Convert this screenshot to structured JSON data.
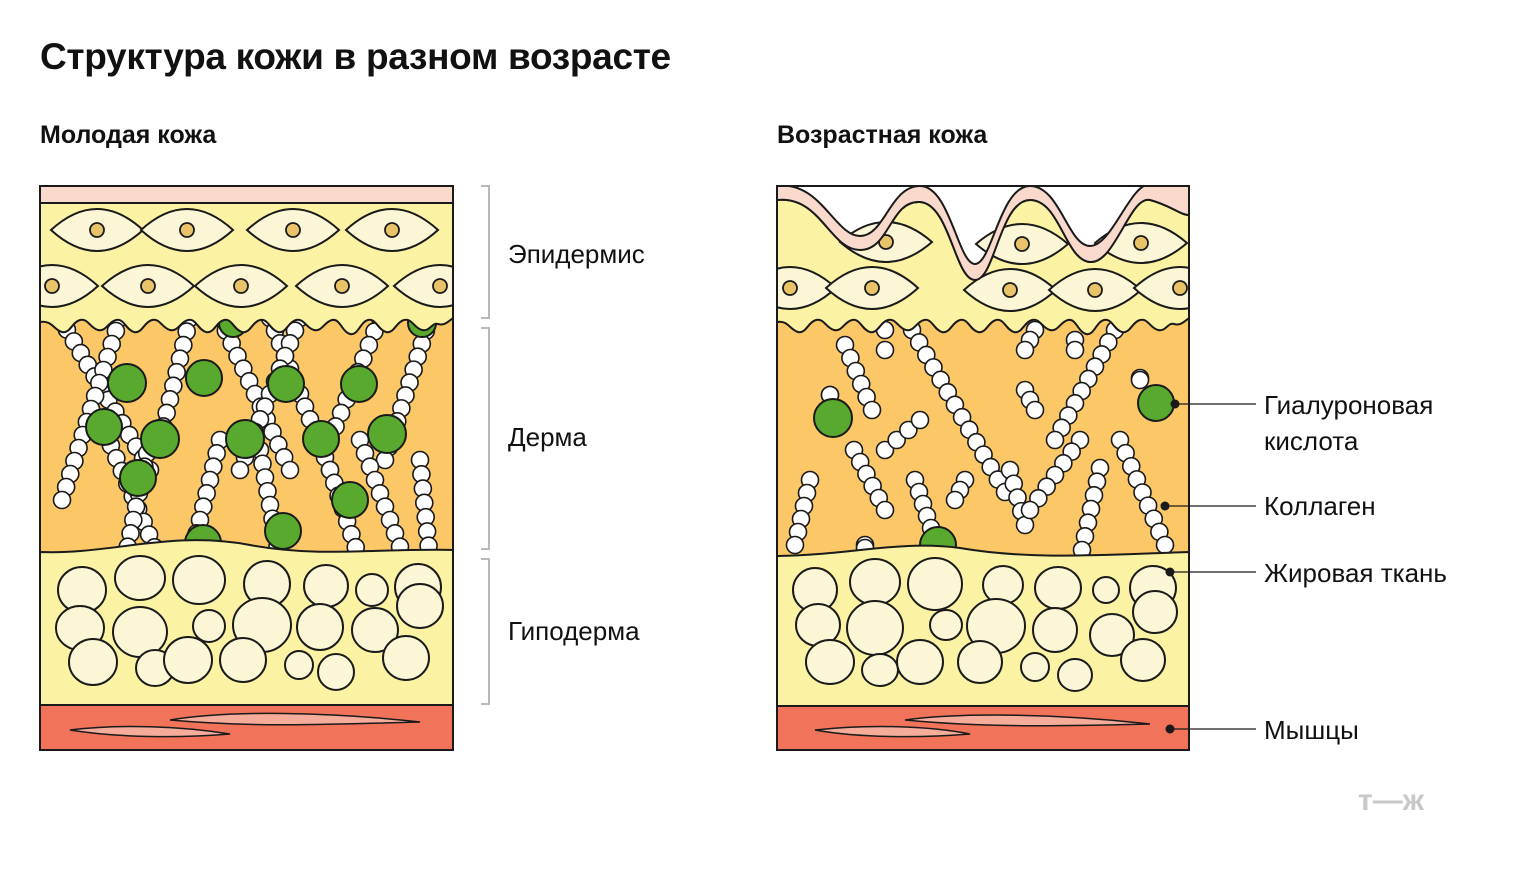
{
  "title": "Структура кожи в разном возрасте",
  "panels": {
    "young": {
      "title": "Молодая кожа"
    },
    "aged": {
      "title": "Возрастная кожа"
    }
  },
  "layer_labels": {
    "epidermis": "Эпидермис",
    "dermis": "Дерма",
    "hypodermis": "Гиподерма"
  },
  "callouts": {
    "hyaluronic_line1": "Гиалуроновая",
    "hyaluronic_line2": "кислота",
    "collagen": "Коллаген",
    "fat": "Жировая ткань",
    "muscle": "Мышцы"
  },
  "logo": "т—ж",
  "colors": {
    "outline": "#1a1a1a",
    "stratum_corneum": "#f9d9cc",
    "epidermis": "#fbf2a3",
    "cell_body": "#fbf7d6",
    "cell_nucleus": "#e9c36a",
    "dermis": "#fcc867",
    "collagen_bead": "#ffffff",
    "hyaluronic_acid": "#5aa92f",
    "hypodermis": "#fbf2a3",
    "fat_cell": "#fbf7d6",
    "muscle": "#f0735a",
    "muscle_fiber": "#f6ac9b",
    "bracket": "#b9b9b9",
    "logo": "#c8c8c8"
  }
}
